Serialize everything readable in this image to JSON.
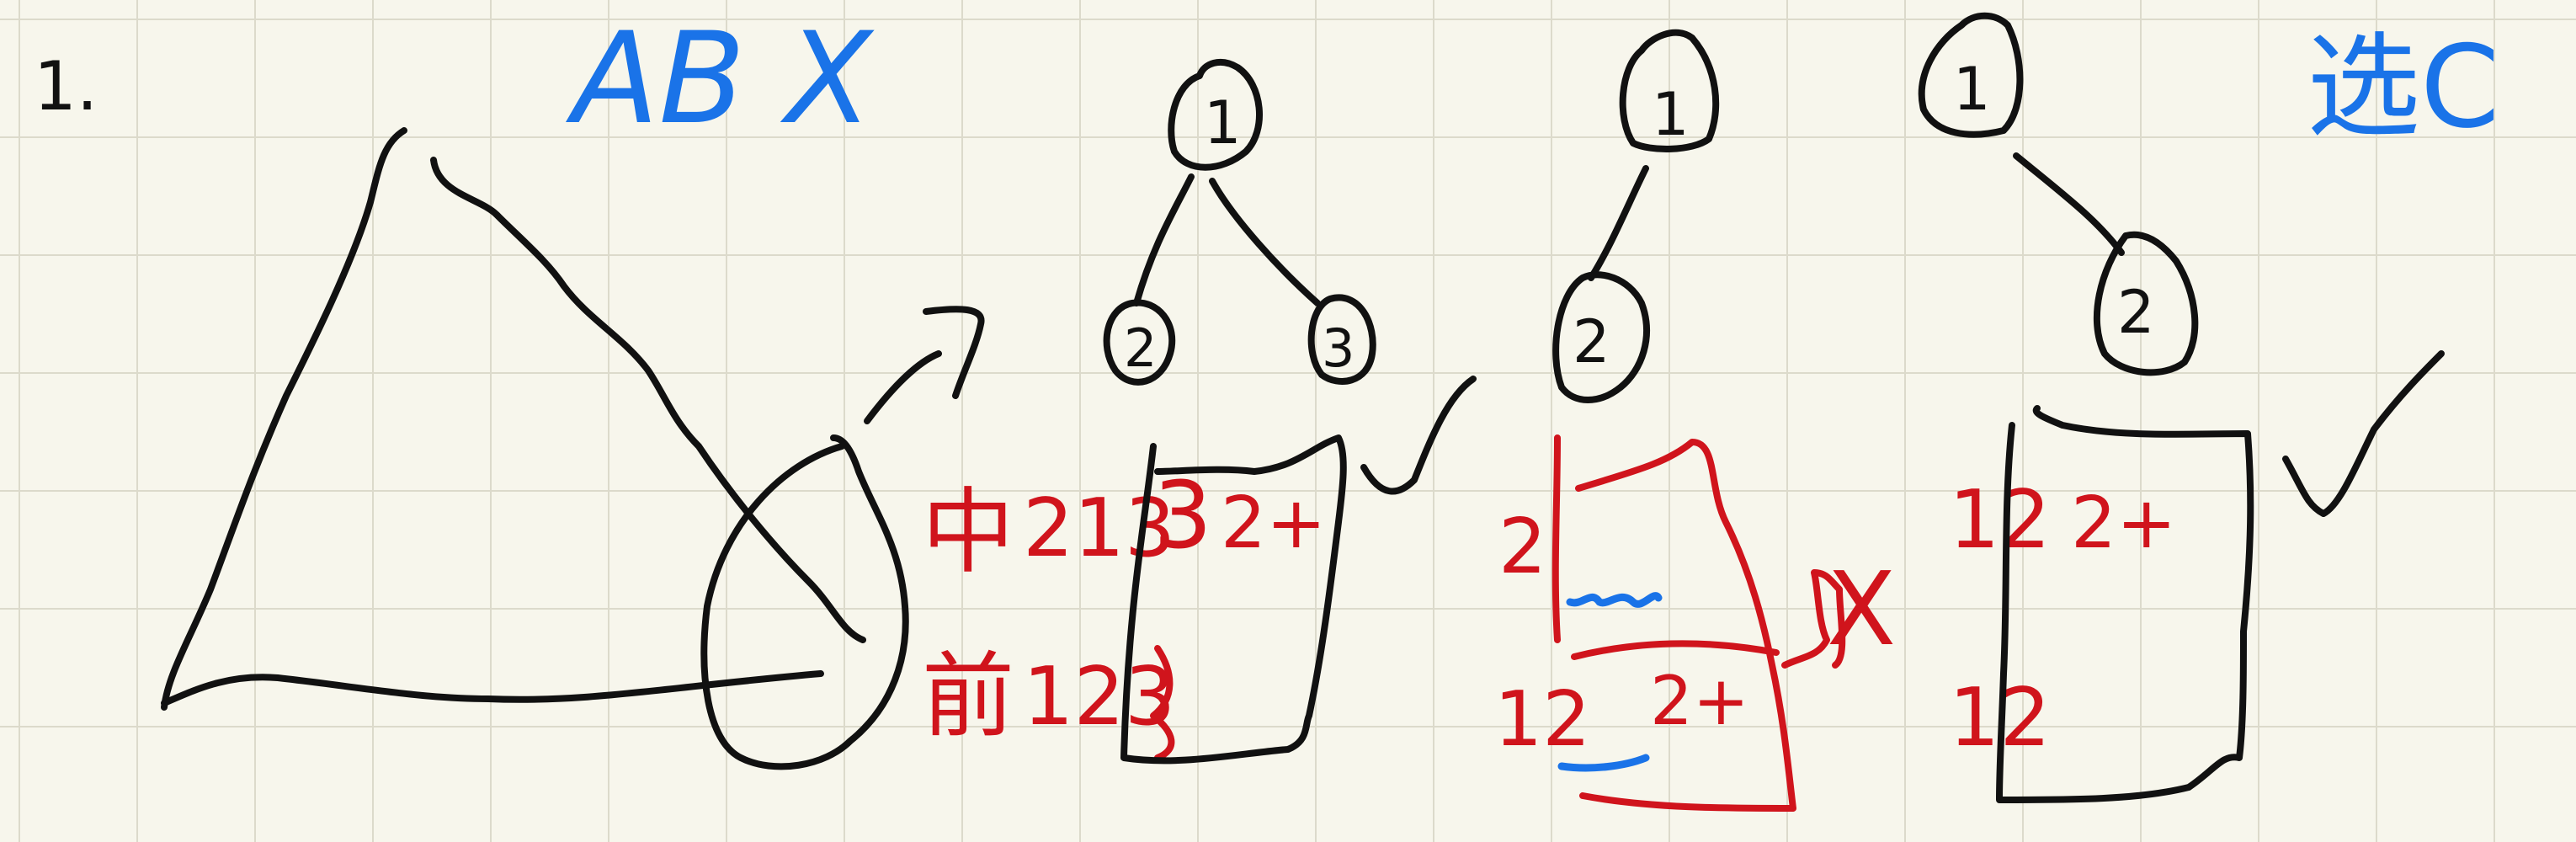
{
  "question_number": "1.",
  "eliminated_options": "AB X",
  "selected_answer": "选C",
  "option_b": {
    "preorder_label": "前",
    "preorder_sequence": "123",
    "inorder_label": "中",
    "inorder_sequence": "213",
    "sequence_in_box": "3",
    "box_annotation": "2+",
    "verdict": "√"
  },
  "option_a": {
    "inorder_digits": "2",
    "preorder_digits": "12",
    "box_annotation": "2+",
    "verdict": "X"
  },
  "option_c": {
    "upper_digits": "12",
    "lower_digits": "12",
    "box_annotation": "2+",
    "verdict": "√"
  },
  "tree_nodes": {
    "tree1": [
      "1",
      "2",
      "3"
    ],
    "tree2": [
      "1",
      "2"
    ],
    "tree3": [
      "1",
      "2"
    ]
  },
  "colors": {
    "black_ink": "#111111",
    "red_ink": "#d0141c",
    "blue_ink": "#1a73e8",
    "paper": "#f7f6ec",
    "grid": "#dcdacb"
  }
}
